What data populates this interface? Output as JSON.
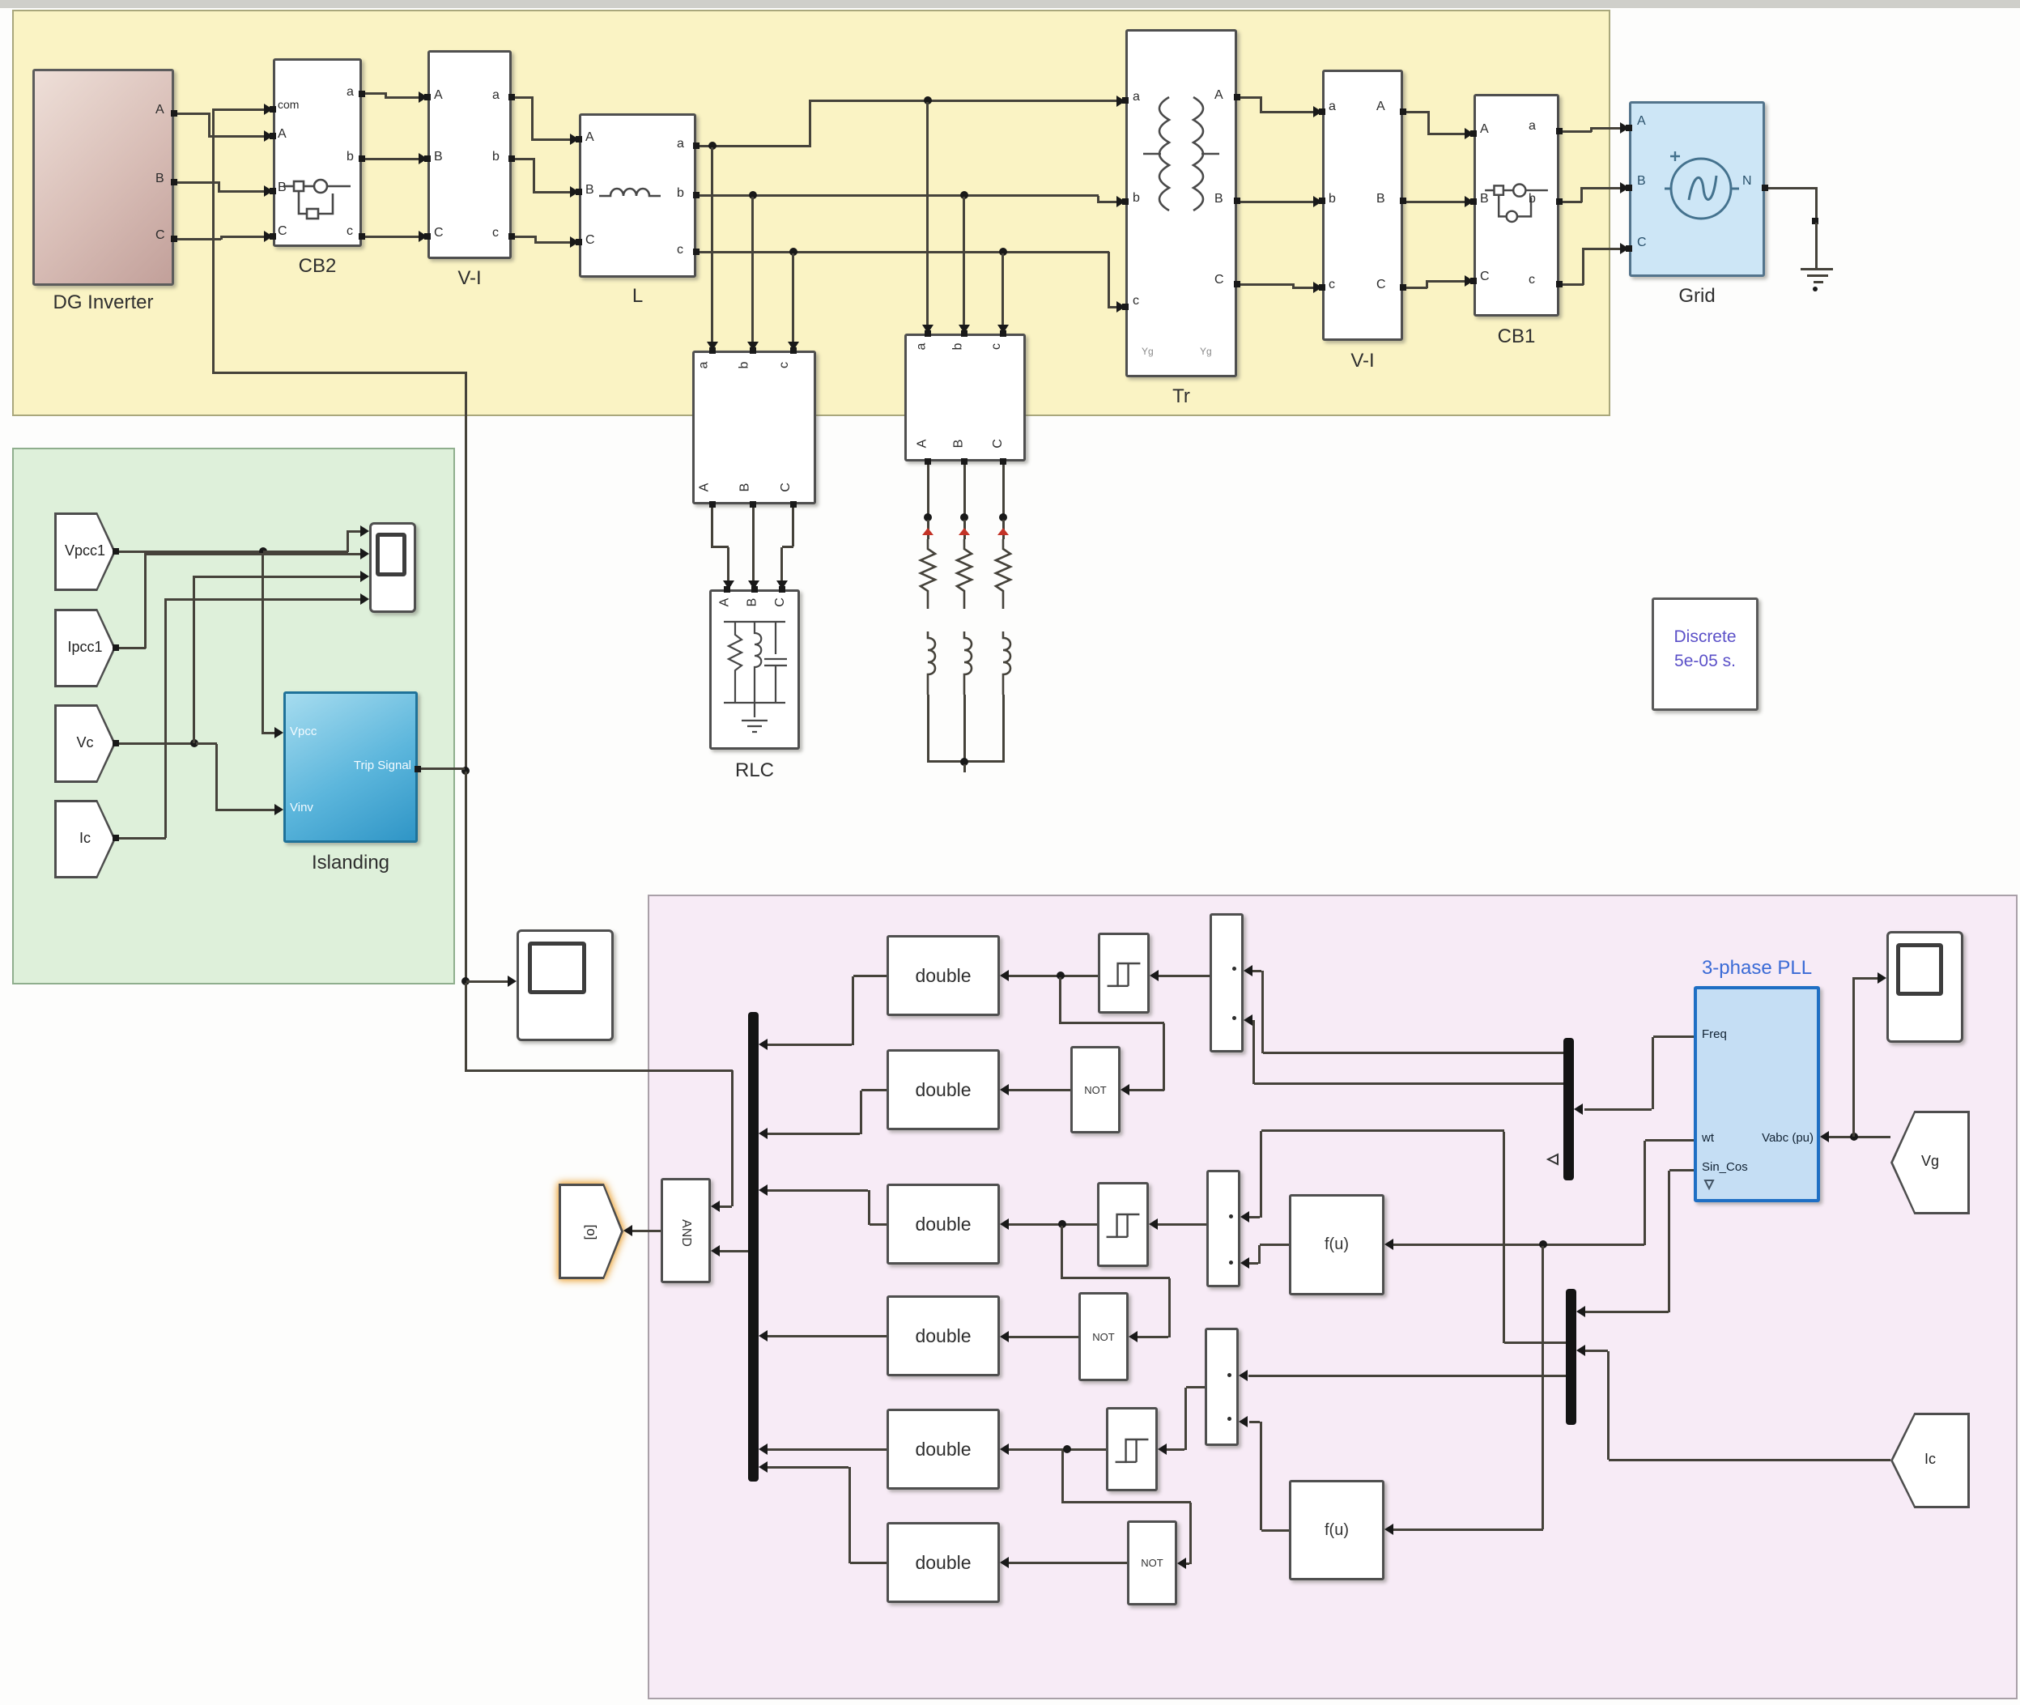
{
  "yellow": {
    "dg": {
      "label": "DG Inverter",
      "ports": [
        "A",
        "B",
        "C"
      ]
    },
    "cb2": {
      "label": "CB2",
      "left": [
        "com",
        "A",
        "B",
        "C"
      ],
      "right": [
        "a",
        "b",
        "c"
      ]
    },
    "vi1": {
      "label": "V-I",
      "left": [
        "A",
        "B",
        "C"
      ],
      "right": [
        "a",
        "b",
        "c"
      ]
    },
    "l": {
      "label": "L",
      "left": [
        "A",
        "B",
        "C"
      ],
      "right": [
        "a",
        "b",
        "c"
      ]
    },
    "meas1": {
      "top": [
        "a",
        "b",
        "c"
      ],
      "bottom": [
        "A",
        "B",
        "C"
      ]
    },
    "meas2": {
      "top": [
        "a",
        "b",
        "c"
      ],
      "bottom": [
        "A",
        "B",
        "C"
      ]
    },
    "rlc": {
      "label": "RLC",
      "top": [
        "A",
        "B",
        "C"
      ]
    },
    "tr": {
      "label": "Tr",
      "left": [
        "a",
        "b",
        "c"
      ],
      "right": [
        "A",
        "B",
        "C"
      ],
      "yg": [
        "Yg",
        "Yg"
      ]
    },
    "vi2": {
      "label": "V-I",
      "left": [
        "a",
        "b",
        "c"
      ],
      "right": [
        "A",
        "B",
        "C"
      ]
    },
    "cb1": {
      "label": "CB1",
      "left": [
        "A",
        "B",
        "C"
      ],
      "right": [
        "a",
        "b",
        "c"
      ]
    },
    "grid": {
      "label": "Grid",
      "left": [
        "A",
        "B",
        "C"
      ],
      "right": "N"
    }
  },
  "green": {
    "tags": [
      "Vpcc1",
      "Ipcc1",
      "Vc",
      "Ic"
    ],
    "islanding": {
      "label": "Islanding",
      "in1": "Vpcc",
      "in2": "Vinv",
      "out": "Trip Signal"
    }
  },
  "powergui": {
    "line1": "Discrete",
    "line2": "5e-05 s."
  },
  "pink": {
    "goto": "[o]",
    "and": "AND",
    "doubles": [
      "double",
      "double",
      "double",
      "double",
      "double",
      "double"
    ],
    "nots": [
      "NOT",
      "NOT",
      "NOT"
    ],
    "fcns": [
      "f(u)",
      "f(u)"
    ],
    "pll": {
      "title": "3-phase PLL",
      "freq": "Freq",
      "wt": "wt",
      "sincos": "Sin_Cos",
      "vabc": "Vabc (pu)"
    },
    "vg": "Vg",
    "ic": "Ic"
  },
  "icons": {
    "breaker": "breaker-contact-icon",
    "inductor": "inductor-coil-icon",
    "transformer": "transformer-winding-icon",
    "source": "ac-source-icon",
    "ground": "ground-icon",
    "scope": "scope-display-icon",
    "relay": "relay-hysteresis-icon",
    "rlc": "parallel-rlc-icon",
    "resistor": "resistor-icon",
    "coil": "coil-icon"
  }
}
